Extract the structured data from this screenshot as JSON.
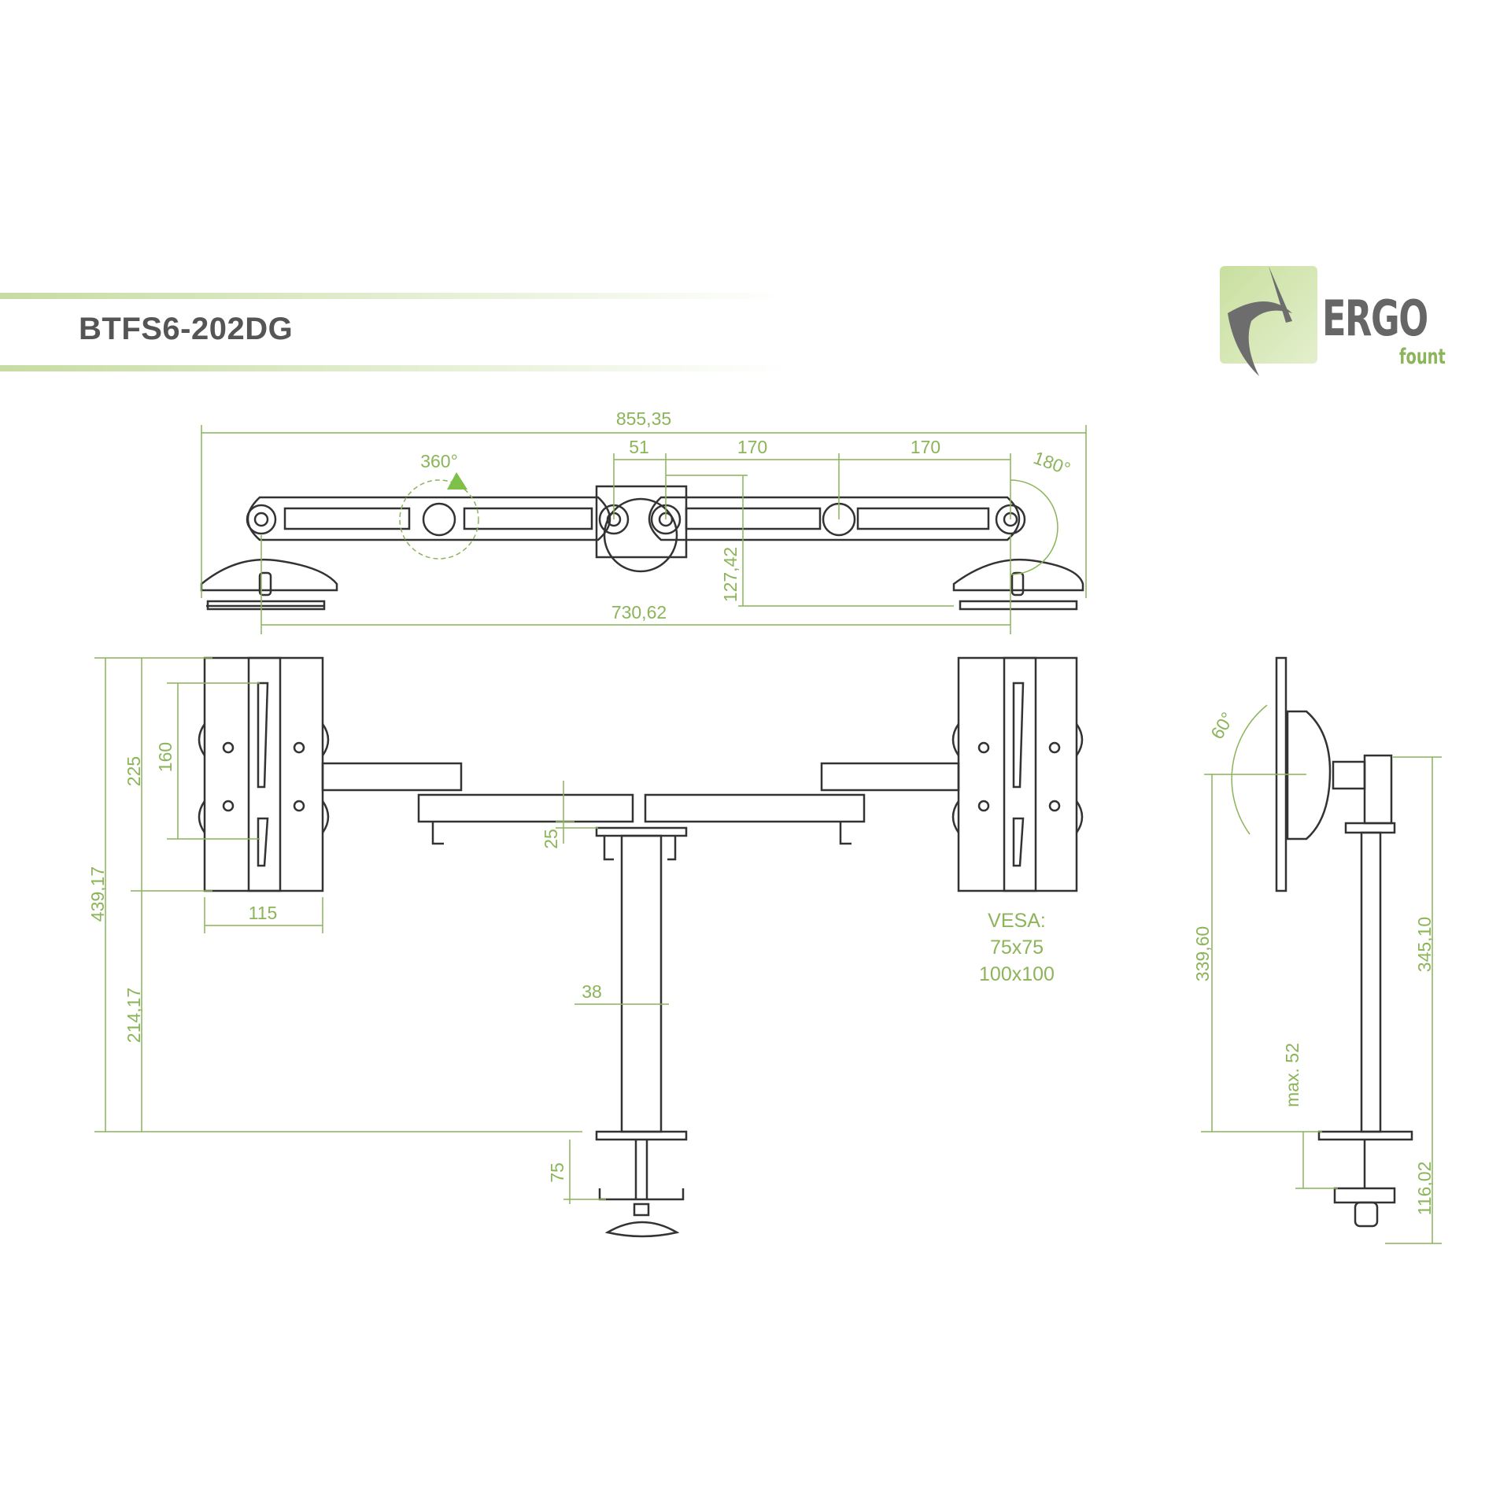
{
  "title": "BTFS6-202DG",
  "logo": {
    "word": "ERGO",
    "sub": "fount"
  },
  "colors": {
    "accent": "#8cb45a",
    "light": "#d9e8c0",
    "ink": "#333333",
    "title": "#555555",
    "logo_grey": "#666666"
  },
  "dimensions": {
    "overall_width": "855,35",
    "d51": "51",
    "d170a": "170",
    "d170b": "170",
    "height_127": "127,42",
    "span_730": "730,62",
    "rot360": "360°",
    "rot180": "180°",
    "h225": "225",
    "h160": "160",
    "h439": "439,17",
    "h214": "214,17",
    "w115": "115",
    "d25": "25",
    "d38": "38",
    "d75": "75",
    "tilt60": "60°",
    "h339": "339,60",
    "h345": "345,10",
    "max52": "max. 52",
    "h116": "116,02"
  },
  "vesa": {
    "label": "VESA:",
    "size1": "75x75",
    "size2": "100x100"
  }
}
